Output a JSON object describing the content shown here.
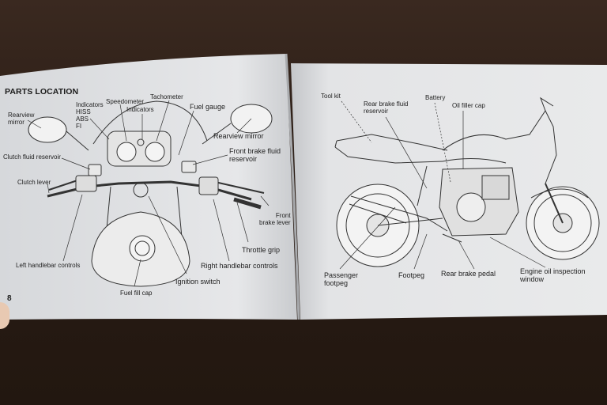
{
  "left_page": {
    "title": "PARTS LOCATION",
    "page_number": "8",
    "labels": {
      "rearview_mirror_left": "Rearview\nmirror",
      "indicators_hiss": "Indicators\nHISS\nABS\nFI",
      "speedometer": "Speedometer",
      "indicators": "Indicators",
      "tachometer": "Tachometer",
      "fuel_gauge": "Fuel gauge",
      "rearview_mirror_right": "Rearview mirror",
      "clutch_fluid_reservoir": "Clutch fluid reservoir",
      "front_brake_fluid_reservoir": "Front brake fluid\nreservoir",
      "clutch_lever": "Clutch lever",
      "front_brake_lever": "Front\nbrake lever",
      "throttle_grip": "Throttle grip",
      "right_handlebar_controls": "Right handlebar controls",
      "left_handlebar_controls": "Left handlebar controls",
      "ignition_switch": "Ignition switch",
      "fuel_fill_cap": "Fuel fill cap"
    }
  },
  "right_page": {
    "labels": {
      "tool_kit": "Tool kit",
      "rear_brake_fluid_reservoir": "Rear brake fluid\nreservoir",
      "battery": "Battery",
      "oil_filler_cap": "Oil filler cap",
      "passenger_footpeg": "Passenger\nfootpeg",
      "footpeg": "Footpeg",
      "rear_brake_pedal": "Rear brake pedal",
      "engine_oil_inspection_window": "Engine oil inspection\nwindow"
    }
  }
}
